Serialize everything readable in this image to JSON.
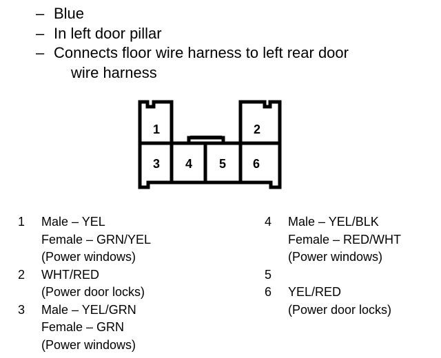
{
  "notes": {
    "bullets": [
      {
        "dash": "–",
        "text": "Blue"
      },
      {
        "dash": "–",
        "text": "In left door pillar"
      },
      {
        "dash": "–",
        "text": "Connects floor wire harness to left rear door",
        "continuation": "wire harness"
      }
    ]
  },
  "connector": {
    "pin_labels": [
      "1",
      "2",
      "3",
      "4",
      "5",
      "6"
    ]
  },
  "pins": {
    "left": [
      {
        "number": "1",
        "lines": [
          "Male – YEL",
          "Female – GRN/YEL",
          "(Power windows)"
        ]
      },
      {
        "number": "2",
        "lines": [
          "WHT/RED",
          "(Power door locks)"
        ]
      },
      {
        "number": "3",
        "lines": [
          "Male – YEL/GRN",
          "Female – GRN",
          "(Power windows)"
        ]
      }
    ],
    "right": [
      {
        "number": "4",
        "lines": [
          "Male – YEL/BLK",
          "Female – RED/WHT",
          "(Power windows)"
        ]
      },
      {
        "number": "5",
        "lines": [
          ""
        ]
      },
      {
        "number": "6",
        "lines": [
          "YEL/RED",
          "(Power door locks)"
        ]
      }
    ]
  }
}
